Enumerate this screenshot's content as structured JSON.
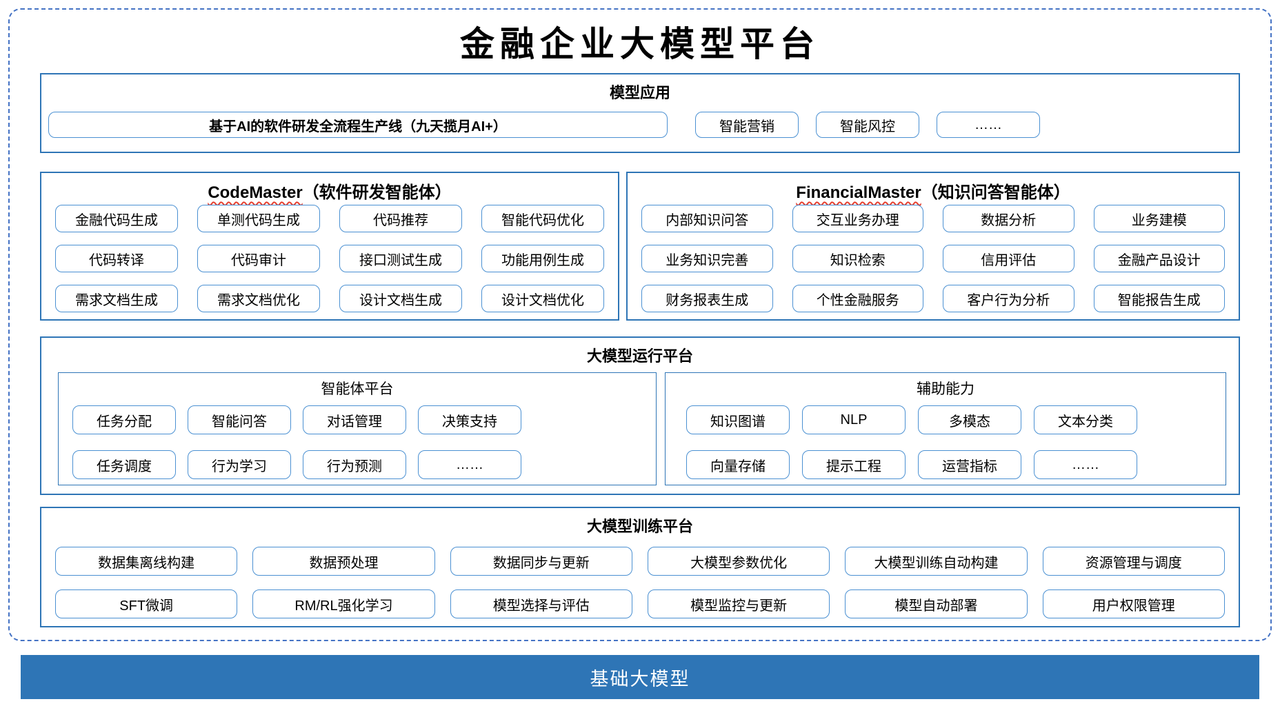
{
  "title": "金融企业大模型平台",
  "model_app": {
    "header": "模型应用",
    "pipeline_button": "基于AI的软件研发全流程生产线（九天揽月AI+）",
    "buttons": [
      "智能营销",
      "智能风控",
      "……"
    ]
  },
  "agents": [
    {
      "name_en": "CodeMaster",
      "name_zh": "（软件研发智能体）",
      "rows": [
        [
          "金融代码生成",
          "单测代码生成",
          "代码推荐",
          "智能代码优化"
        ],
        [
          "代码转译",
          "代码审计",
          "接口测试生成",
          "功能用例生成"
        ],
        [
          "需求文档生成",
          "需求文档优化",
          "设计文档生成",
          "设计文档优化"
        ]
      ]
    },
    {
      "name_en": "FinancialMaster",
      "name_zh": "（知识问答智能体）",
      "rows": [
        [
          "内部知识问答",
          "交互业务办理",
          "数据分析",
          "业务建模"
        ],
        [
          "业务知识完善",
          "知识检索",
          "信用评估",
          "金融产品设计"
        ],
        [
          "财务报表生成",
          "个性金融服务",
          "客户行为分析",
          "智能报告生成"
        ]
      ]
    }
  ],
  "runtime": {
    "header": "大模型运行平台",
    "groups": [
      {
        "header": "智能体平台",
        "rows": [
          [
            "任务分配",
            "智能问答",
            "对话管理",
            "决策支持"
          ],
          [
            "任务调度",
            "行为学习",
            "行为预测",
            "……"
          ]
        ]
      },
      {
        "header": "辅助能力",
        "rows": [
          [
            "知识图谱",
            "NLP",
            "多模态",
            "文本分类"
          ],
          [
            "向量存储",
            "提示工程",
            "运营指标",
            "……"
          ]
        ]
      }
    ]
  },
  "training": {
    "header": "大模型训练平台",
    "rows": [
      [
        "数据集离线构建",
        "数据预处理",
        "数据同步与更新",
        "大模型参数优化",
        "大模型训练自动构建",
        "资源管理与调度"
      ],
      [
        "SFT微调",
        "RM/RL强化学习",
        "模型选择与评估",
        "模型监控与更新",
        "模型自动部署",
        "用户权限管理"
      ]
    ]
  },
  "base_model": "基础大模型",
  "colors": {
    "section_border": "#2E75B6",
    "button_border": "#4A90D2",
    "dashed_border": "#4472C4",
    "spellcheck_underline": "#E53E2E",
    "base_bar_bg": "#2E75B6",
    "base_bar_text": "#FFFFFF"
  }
}
